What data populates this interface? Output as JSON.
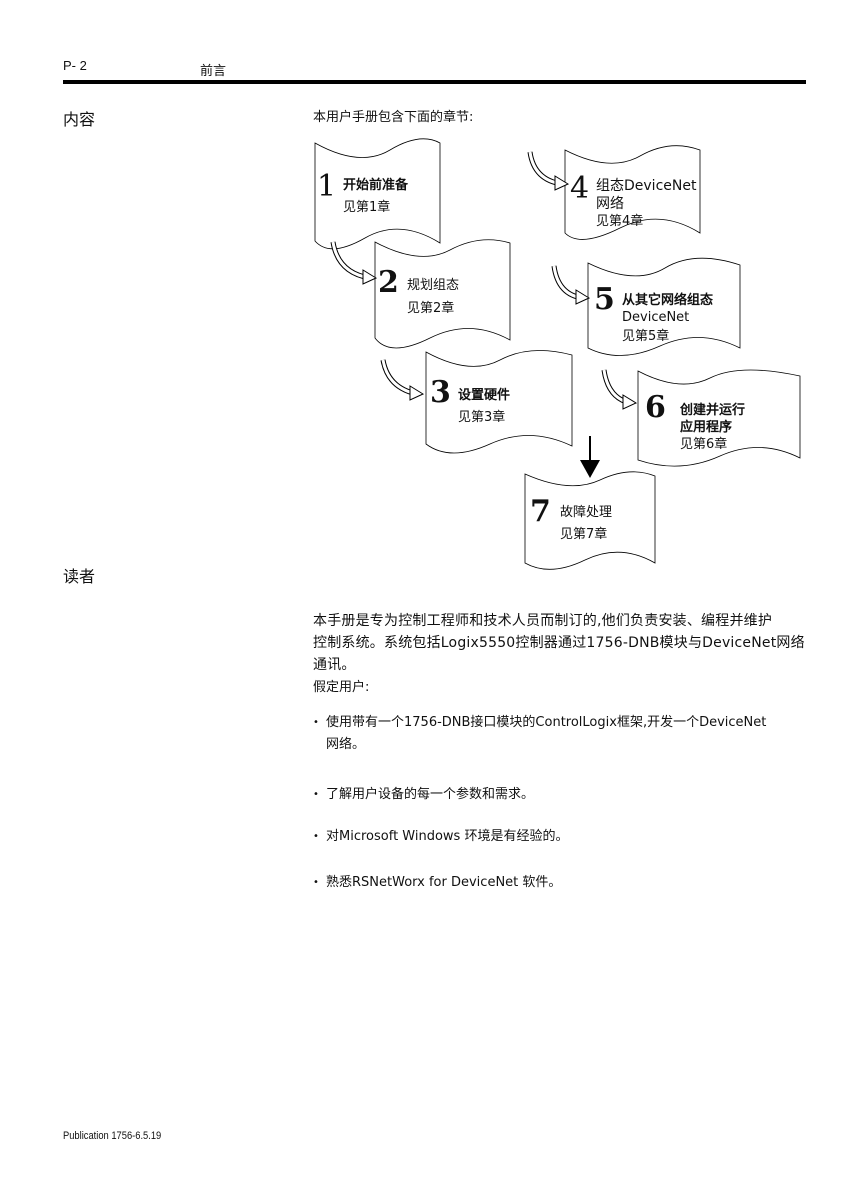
{
  "header": {
    "page_number": "P- 2",
    "section": "前言"
  },
  "sections": {
    "contents": "内容",
    "readers": "读者"
  },
  "intro": "本用户手册包含下面的章节:",
  "chapters": [
    {
      "num": "1",
      "title": "开始前准备",
      "title2": "",
      "ref": "见第1章"
    },
    {
      "num": "2",
      "title": "规划组态",
      "title2": "",
      "ref": "见第2章"
    },
    {
      "num": "3",
      "title": "设置硬件",
      "title2": "",
      "ref": "见第3章"
    },
    {
      "num": "4",
      "title": "组态DeviceNet",
      "title2": "网络",
      "ref": "见第4章"
    },
    {
      "num": "5",
      "title": "从其它网络组态",
      "title2": "DeviceNet",
      "ref": "见第5章"
    },
    {
      "num": "6",
      "title": "创建并运行",
      "title2": "应用程序",
      "ref": "见第6章"
    },
    {
      "num": "7",
      "title": "故障处理",
      "title2": "",
      "ref": "见第7章"
    }
  ],
  "readers_paragraph_line1": "本手册是专为控制工程师和技术人员而制订的,他们负责安装、编程并维护",
  "readers_paragraph_line2": "控制系统。系统包括Logix5550控制器通过1756-DNB模块与DeviceNet网络",
  "readers_paragraph_line3": "通讯。",
  "assume_label": "假定用户:",
  "bullets": [
    {
      "line1": "使用带有一个1756-DNB接口模块的ControlLogix框架,开发一个DeviceNet",
      "line2": "网络。"
    },
    {
      "line1": "了解用户设备的每一个参数和需求。",
      "line2": ""
    },
    {
      "line1": "对Microsoft Windows 环境是有经验的。",
      "line2": ""
    },
    {
      "line1": "熟悉RSNetWorx for DeviceNet 软件。",
      "line2": ""
    }
  ],
  "footer": "Publication 1756-6.5.19"
}
